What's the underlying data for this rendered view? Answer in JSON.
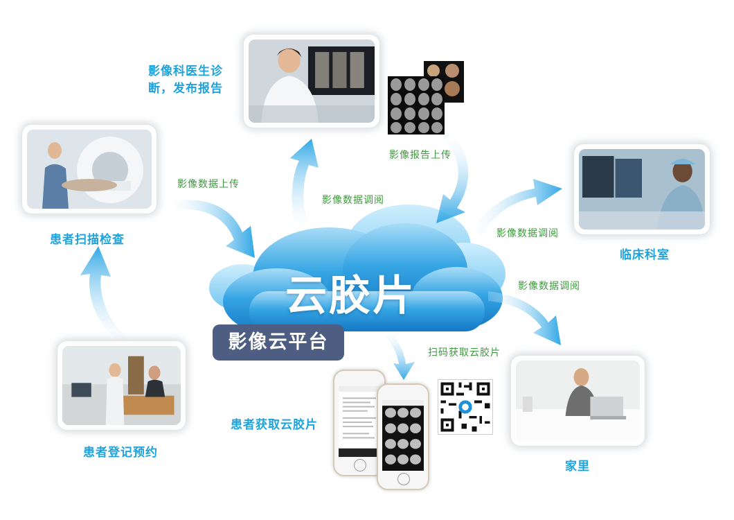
{
  "central": {
    "title": "云胶片",
    "platform_label": "影像云平台"
  },
  "nodes": {
    "registration": "患者登记预约",
    "scan": "患者扫描检查",
    "radiologist_line1": "影像科医生诊",
    "radiologist_line2": "断，发布报告",
    "clinical": "临床科室",
    "home": "家里",
    "patient_get": "患者获取云胶片"
  },
  "flows": {
    "upload_data": "影像数据上传",
    "view_data_doctor": "影像数据调阅",
    "upload_report": "影像报告上传",
    "view_data_clinical": "影像数据调阅",
    "view_data_home": "影像数据调阅",
    "scan_qr": "扫码获取云胶片"
  },
  "colors": {
    "caption": "#1ea3dc",
    "flow_text": "#3e9a3c",
    "cloud_dark": "#1b8fd6",
    "cloud_light": "#9fd8f6",
    "arrow": "#3aaee6",
    "badge": "#4d5e82"
  }
}
